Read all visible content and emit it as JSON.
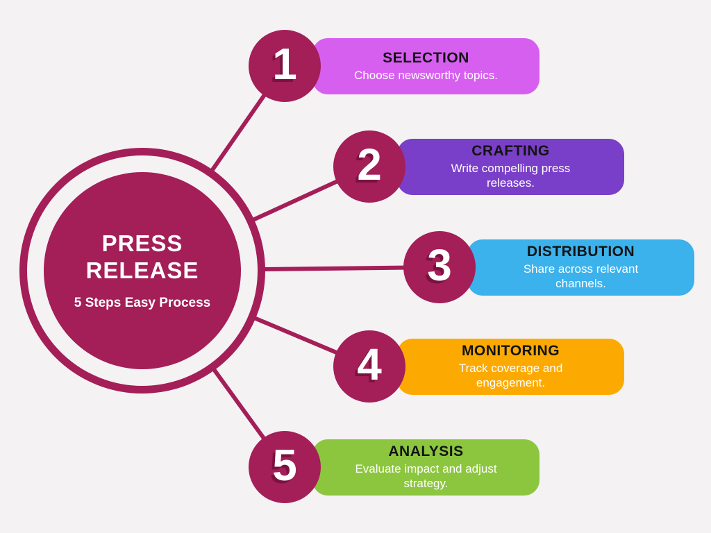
{
  "colors": {
    "background": "#f4f2f3",
    "accent": "#a41e58",
    "center_text": "#ffffff"
  },
  "center": {
    "title": "PRESS RELEASE",
    "subtitle": "5 Steps Easy Process"
  },
  "steps": [
    {
      "number": "1",
      "title": "SELECTION",
      "description": "Choose newsworthy topics.",
      "color": "#d75ff0"
    },
    {
      "number": "2",
      "title": "CRAFTING",
      "description": "Write compelling press releases.",
      "color": "#7a3fc8"
    },
    {
      "number": "3",
      "title": "DISTRIBUTION",
      "description": "Share across relevant channels.",
      "color": "#3cb2ec"
    },
    {
      "number": "4",
      "title": "MONITORING",
      "description": "Track coverage and engagement.",
      "color": "#fcaa02"
    },
    {
      "number": "5",
      "title": "ANALYSIS",
      "description": "Evaluate impact and adjust strategy.",
      "color": "#8cc63e"
    }
  ]
}
